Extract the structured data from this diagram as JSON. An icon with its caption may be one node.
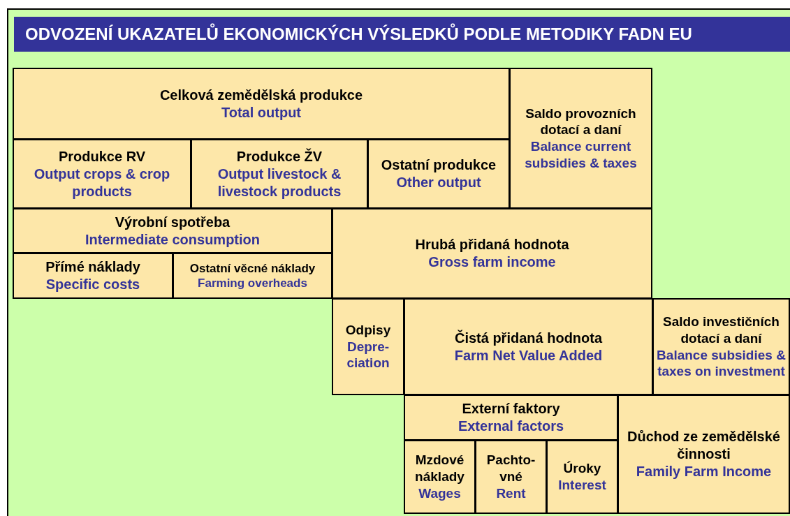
{
  "diagram": {
    "title": "ODVOZENÍ UKAZATELŮ EKONOMICKÝCH VÝSLEDKŮ PODLE METODIKY FADN EU",
    "nodes": [
      {
        "text": [
          "Celková zemědělská produkce",
          "Total output"
        ]
      },
      {
        "text": [
          "Saldo provozních dotací a daní",
          "Balance current subsidies & taxes"
        ]
      },
      {
        "text": [
          "Produkce RV",
          "Output crops & crop products"
        ]
      },
      {
        "text": [
          "Produkce ŽV",
          "Output livestock & livestock products"
        ]
      },
      {
        "text": [
          "Ostatní produkce",
          "Other output"
        ]
      },
      {
        "text": [
          "Výrobní spotřeba",
          "Intermediate consumption"
        ]
      },
      {
        "text": [
          "Hrubá přidaná hodnota",
          "Gross farm income"
        ]
      },
      {
        "text": [
          "Přímé náklady",
          "Specific costs"
        ]
      },
      {
        "text": [
          "Ostatní věcné náklady",
          "Farming overheads"
        ]
      },
      {
        "text": [
          "Odpisy",
          "Depre- ciation"
        ]
      },
      {
        "text": [
          "Čistá přidaná hodnota",
          "Farm Net Value Added"
        ]
      },
      {
        "text": [
          "Saldo investičních dotací a daní",
          "Balance subsidies & taxes on investment"
        ]
      },
      {
        "text": [
          "Externí faktory",
          "External factors"
        ]
      },
      {
        "text": [
          "Důchod ze zemědělské činnosti",
          "Family Farm Income"
        ]
      },
      {
        "text": [
          "Mzdové náklady",
          "Wages"
        ]
      },
      {
        "text": [
          "Pachto- vné",
          "Rent"
        ]
      },
      {
        "text": [
          "Úroky",
          "Interest"
        ]
      }
    ]
  }
}
